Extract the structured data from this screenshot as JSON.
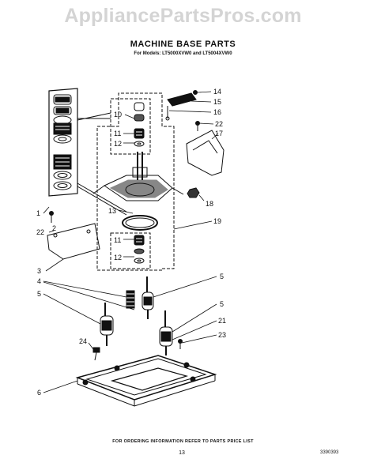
{
  "watermark": "AppliancePartsPros.com",
  "title": "MACHINE BASE PARTS",
  "models": "For Models: LT5000XVW0 and LT5004XVW0",
  "footer_note": "FOR ORDERING INFORMATION REFER TO PARTS PRICE LIST",
  "page_number": "13",
  "doc_number": "3390393",
  "callouts": {
    "c1": "1",
    "c2": "2",
    "c3": "3",
    "c4": "4",
    "c5a": "5",
    "c5b": "5",
    "c5c": "5",
    "c6": "6",
    "c10": "10",
    "c11a": "11",
    "c11b": "11",
    "c12a": "12",
    "c12b": "12",
    "c13": "13",
    "c14": "14",
    "c15": "15",
    "c16": "16",
    "c17": "17",
    "c18": "18",
    "c19": "19",
    "c21": "21",
    "c22a": "22",
    "c22b": "22",
    "c23": "23",
    "c24": "24"
  }
}
